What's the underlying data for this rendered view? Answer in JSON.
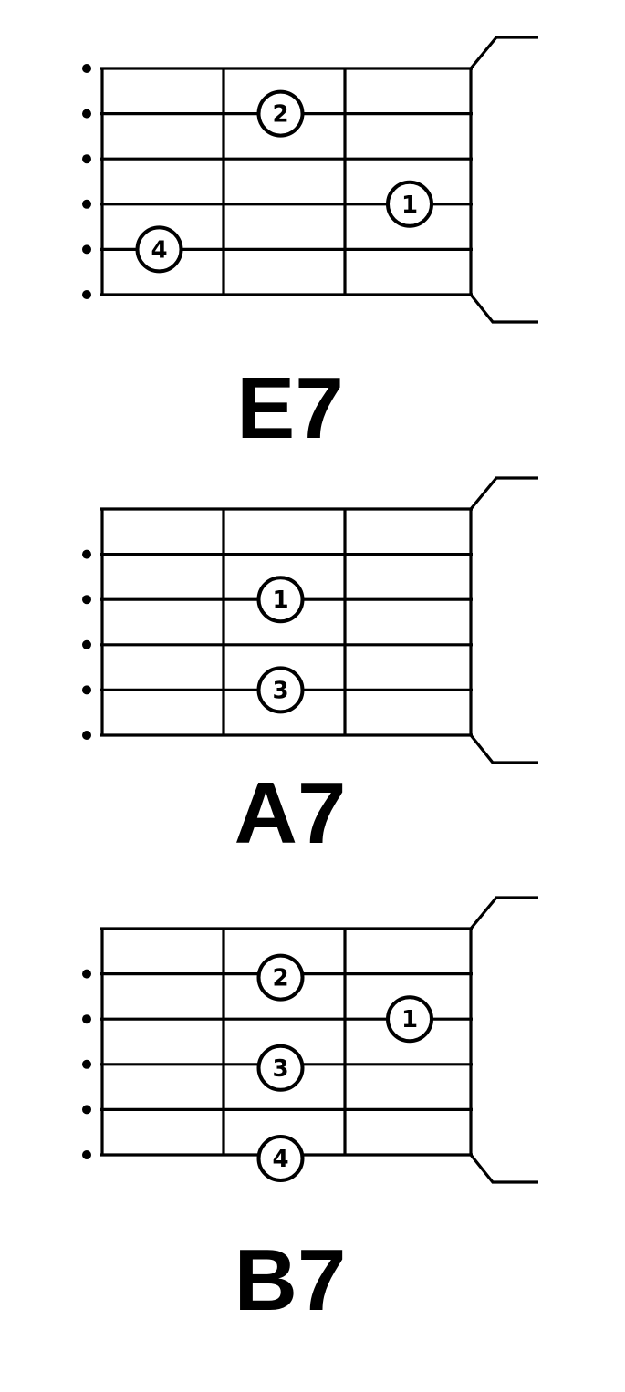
{
  "colors": {
    "ink": "#000000",
    "paper": "#ffffff"
  },
  "chords": [
    {
      "name": "E7",
      "open_string_dots": [
        1,
        2,
        3,
        4,
        5,
        6
      ],
      "fingers": [
        {
          "label": "2",
          "string": 2,
          "fret": 2
        },
        {
          "label": "1",
          "string": 4,
          "fret": 3
        },
        {
          "label": "4",
          "string": 5,
          "fret": 1
        }
      ]
    },
    {
      "name": "A7",
      "open_string_dots": [
        2,
        3,
        4,
        5,
        6
      ],
      "fingers": [
        {
          "label": "1",
          "string": 3,
          "fret": 2
        },
        {
          "label": "3",
          "string": 5,
          "fret": 2
        }
      ]
    },
    {
      "name": "B7",
      "open_string_dots": [
        2,
        3,
        4,
        5,
        6
      ],
      "fingers": [
        {
          "label": "2",
          "string": 2,
          "fret": 2
        },
        {
          "label": "1",
          "string": 3,
          "fret": 3
        },
        {
          "label": "3",
          "string": 4,
          "fret": 2
        },
        {
          "label": "4",
          "string": 6,
          "fret": 2
        }
      ]
    }
  ]
}
